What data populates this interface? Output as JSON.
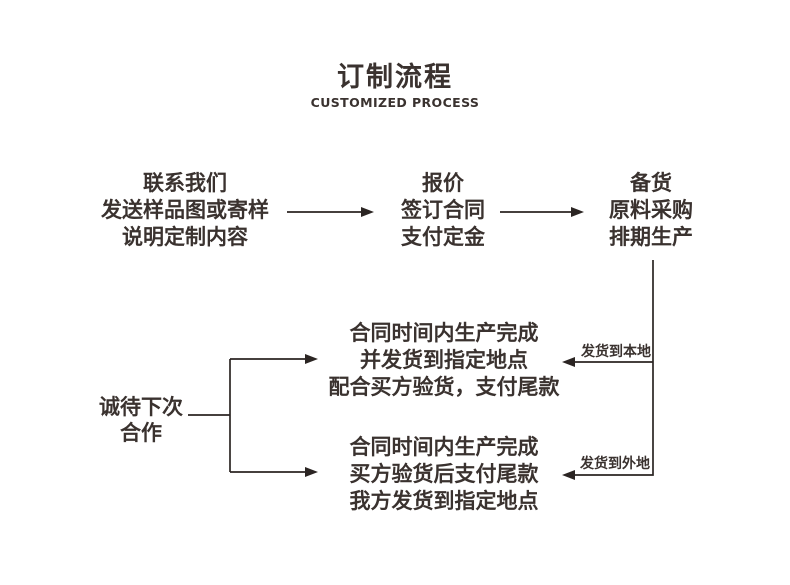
{
  "header": {
    "title": "订制流程",
    "subtitle": "CUSTOMIZED PROCESS"
  },
  "flow": {
    "steps": [
      {
        "name": "contact",
        "lines": [
          "联系我们",
          "发送样品图或寄样",
          "说明定制内容"
        ]
      },
      {
        "name": "quote",
        "lines": [
          "报价",
          "签订合同",
          "支付定金"
        ]
      },
      {
        "name": "stock-up",
        "lines": [
          "备货",
          "原料采购",
          "排期生产"
        ]
      }
    ],
    "branches": {
      "local": {
        "ship_label": "发货到本地",
        "lines": [
          "合同时间内生产完成",
          "并发货到指定地点",
          "配合买方验货，支付尾款"
        ]
      },
      "remote": {
        "ship_label": "发货到外地",
        "lines": [
          "合同时间内生产完成",
          "买方验货后支付尾款",
          "我方发货到指定地点"
        ]
      }
    },
    "closing": {
      "lines": [
        "诚待下次",
        "合作"
      ]
    }
  },
  "colors": {
    "background": "#ffffff",
    "text": "#3a322f",
    "line": "#2b2523"
  }
}
